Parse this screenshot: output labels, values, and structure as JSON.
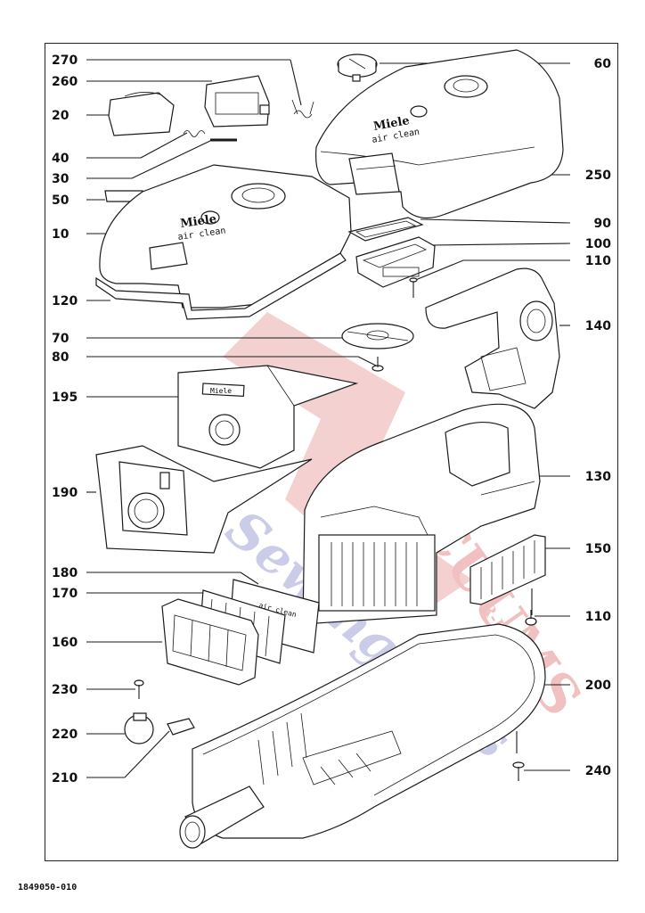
{
  "diagram": {
    "document_number": "1849050-010",
    "brand_text": "Miele",
    "model_text": "air clean",
    "colors": {
      "line": "#1a1a1a",
      "watermark_red": "#d94c4c",
      "watermark_blue": "#6a6fbf"
    },
    "labels_left": [
      "270",
      "260",
      "20",
      "40",
      "30",
      "50",
      "10",
      "120",
      "70",
      "80",
      "195",
      "190",
      "180",
      "170",
      "160",
      "230",
      "220",
      "210"
    ],
    "labels_right": [
      "60",
      "250",
      "90",
      "100",
      "110",
      "140",
      "130",
      "150",
      "110",
      "200",
      "240"
    ],
    "watermark_text": {
      "red": "VACUUMS",
      "blue": "Sewing Plus",
      "suffix": "R-US AND"
    }
  }
}
